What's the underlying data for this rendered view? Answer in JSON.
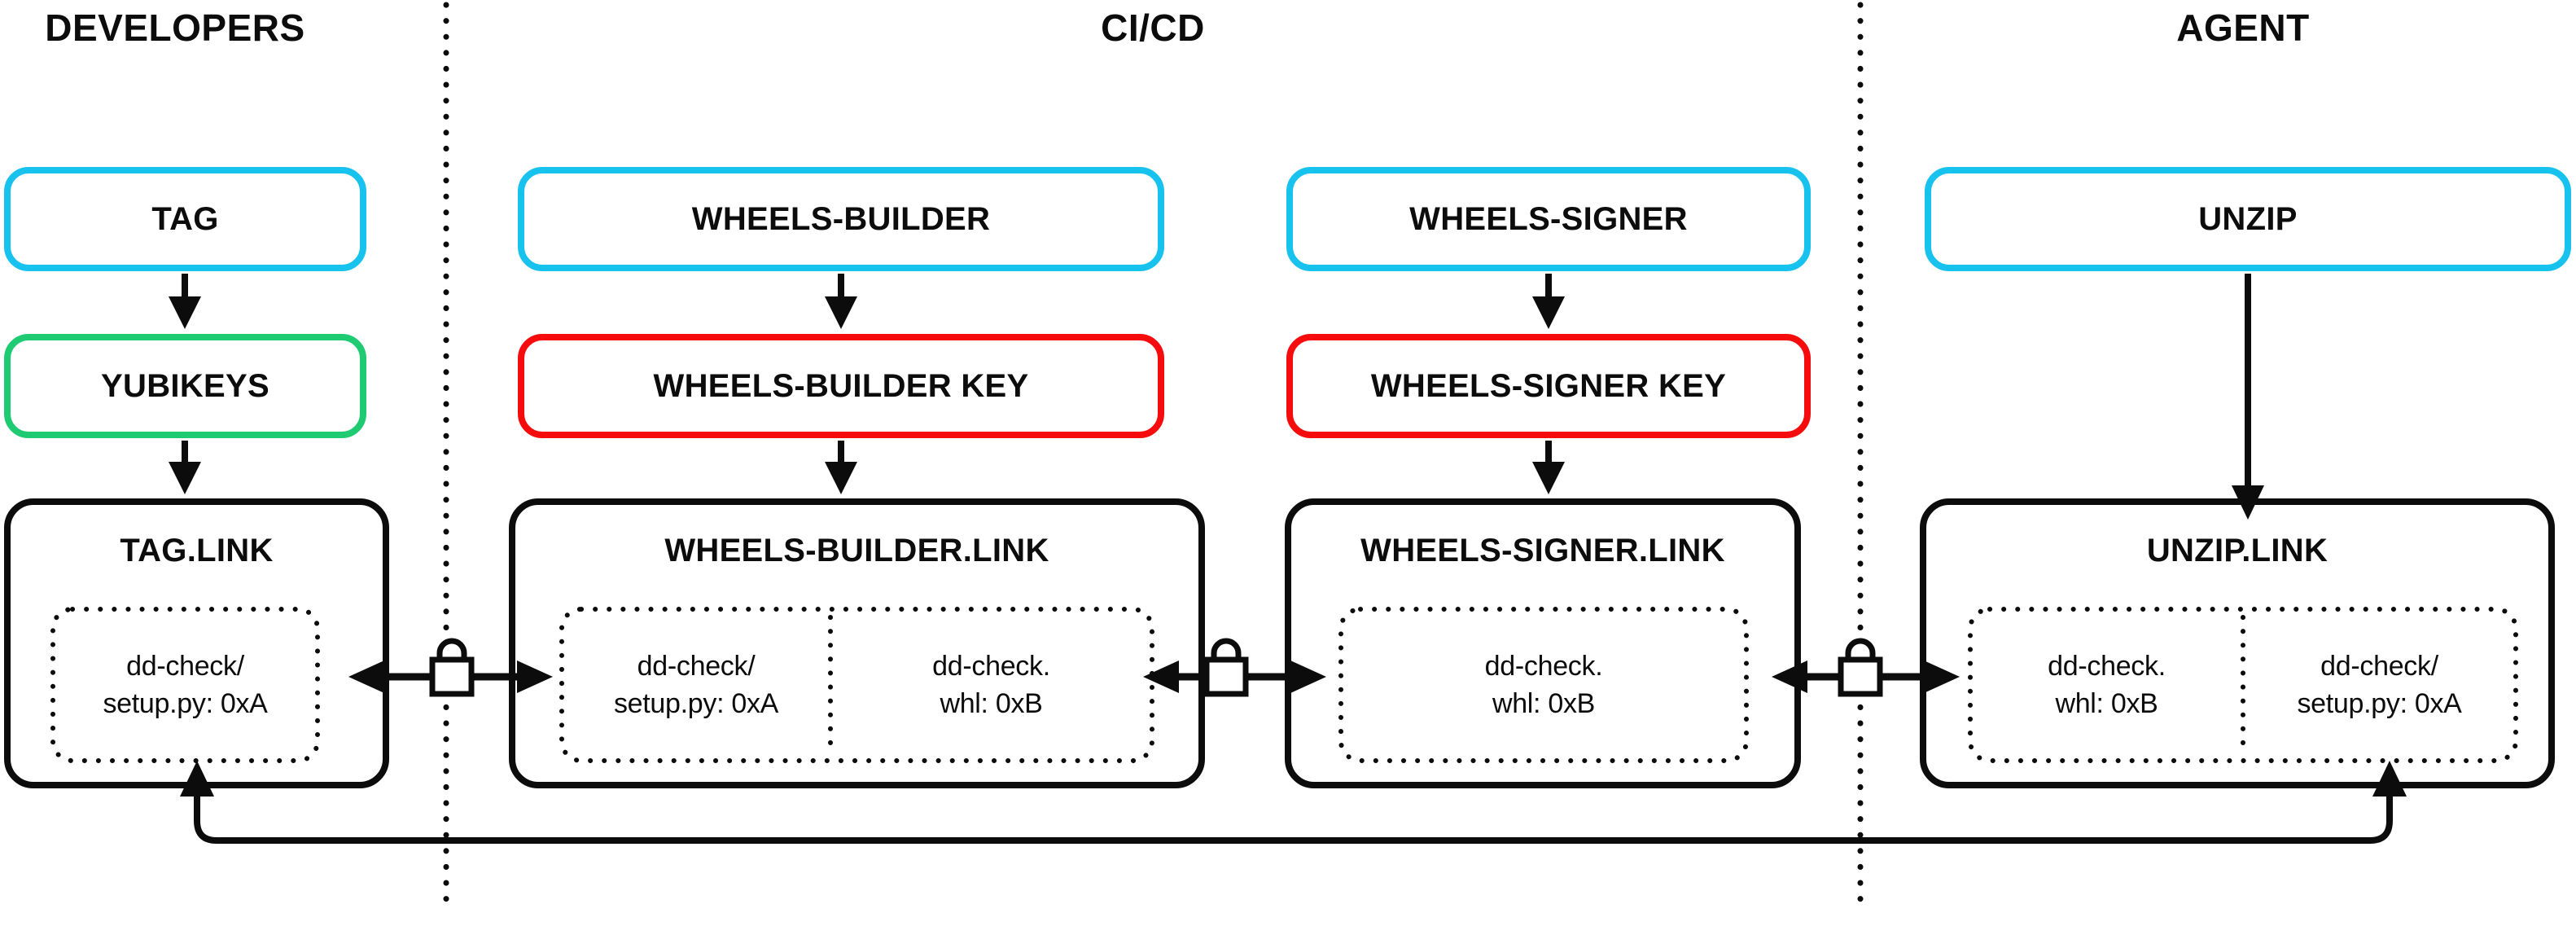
{
  "sections": [
    {
      "id": "developers",
      "label": "DEVELOPERS"
    },
    {
      "id": "cicd",
      "label": "CI/CD"
    },
    {
      "id": "agent",
      "label": "AGENT"
    }
  ],
  "nodes": {
    "tag": {
      "label": "TAG",
      "border_color": "cyan"
    },
    "yubikeys": {
      "label": "YUBIKEYS",
      "border_color": "green"
    },
    "tag_link": {
      "label": "TAG.LINK",
      "border_color": "black"
    },
    "wheels_builder": {
      "label": "WHEELS-BUILDER",
      "border_color": "cyan"
    },
    "wheels_builder_key": {
      "label": "WHEELS-BUILDER KEY",
      "border_color": "red"
    },
    "wheels_builder_link": {
      "label": "WHEELS-BUILDER.LINK",
      "border_color": "black"
    },
    "wheels_signer": {
      "label": "WHEELS-SIGNER",
      "border_color": "cyan"
    },
    "wheels_signer_key": {
      "label": "WHEELS-SIGNER KEY",
      "border_color": "red"
    },
    "wheels_signer_link": {
      "label": "WHEELS-SIGNER.LINK",
      "border_color": "black"
    },
    "unzip": {
      "label": "UNZIP",
      "border_color": "cyan"
    },
    "unzip_link": {
      "label": "UNZIP.LINK",
      "border_color": "black"
    }
  },
  "artifacts": {
    "setup": {
      "line1": "dd-check/",
      "line2": "setup.py: 0xA"
    },
    "wheel": {
      "line1": "dd-check.",
      "line2": "whl: 0xB"
    }
  },
  "icons": {
    "lock": "lock-icon"
  },
  "colors": {
    "cyan": "#17C2EE",
    "green": "#1FCB72",
    "red": "#F60C0C",
    "ink": "#0C0C0C",
    "background": "#FFFFFF"
  }
}
